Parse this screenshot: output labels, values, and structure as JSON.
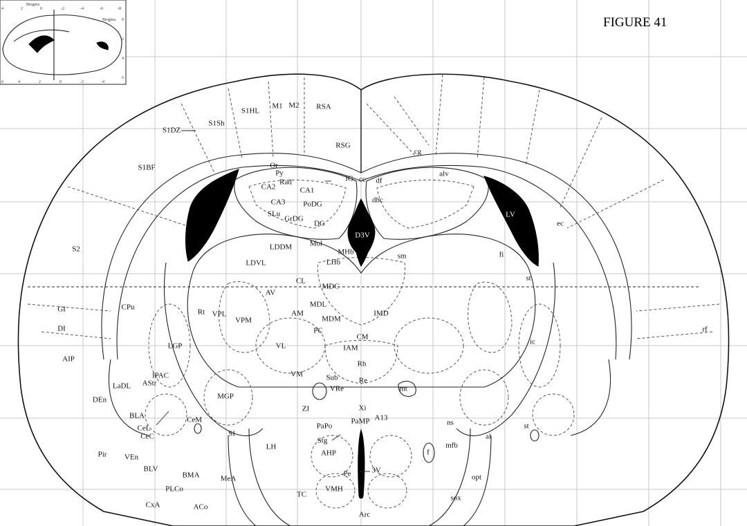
{
  "figure_title": "FIGURE 41",
  "inset": {
    "label": "Bregma",
    "top_ticks": [
      "4",
      "2",
      "0",
      "-2",
      "-4",
      "-6",
      "-8"
    ],
    "bottom_ticks": [
      "6",
      "4",
      "2",
      "0",
      "-2",
      "-4"
    ],
    "right_ticks": [
      "0",
      "2",
      "4",
      "6"
    ]
  },
  "labels": {
    "S1HL": "S1HL",
    "M1": "M1",
    "M2": "M2",
    "RSA": "RSA",
    "S1Sh": "S1Sh",
    "S1DZ": "S1DZ",
    "RSG": "RSG",
    "cg": "cg",
    "S1BF": "S1BF",
    "Or": "Or",
    "Py": "Py",
    "Rad": "Rad",
    "IG": "IG",
    "cc": "cc",
    "df": "df",
    "alv": "alv",
    "CA2": "CA2",
    "CA1": "CA1",
    "dhc": "dhc",
    "CA3": "CA3",
    "PoDG": "PoDG",
    "SLu": "SLu",
    "GrDG": "GrDG",
    "DG": "DG",
    "LV": "LV",
    "ec": "ec",
    "D3V": "D3V",
    "S2": "S2",
    "LDDM": "LDDM",
    "Mol": "Mol",
    "MHb": "MHb",
    "sm": "sm",
    "fi": "fi",
    "LDVL": "LDVL",
    "LHb": "LHb",
    "st_r": "st",
    "CL": "CL",
    "AV": "AV",
    "MDC": "MDC",
    "GI": "GI",
    "CPu": "CPu",
    "MDL": "MDL",
    "Rt": "Rt",
    "VPL": "VPL",
    "AM": "AM",
    "IMD": "IMD",
    "DI": "DI",
    "VPM": "VPM",
    "MDM": "MDM",
    "rf": "rf",
    "PC": "PC",
    "CM": "CM",
    "ic": "ic",
    "LGP": "LGP",
    "VL": "VL",
    "IAM": "IAM",
    "AIP": "AIP",
    "Rh": "Rh",
    "IPAC": "IPAC",
    "VM": "VM",
    "LaDL": "LaDL",
    "AStr": "AStr",
    "Sub": "Sub",
    "Re": "Re",
    "DEn": "DEn",
    "mt": "mt",
    "VRe": "VRe",
    "MGP": "MGP",
    "ZI": "ZI",
    "Xi": "Xi",
    "BLA": "BLA",
    "A13": "A13",
    "CeM": "CeM",
    "PaMP": "PaMP",
    "ns": "ns",
    "st_b": "st",
    "CeL": "CeL",
    "PaPo": "PaPo",
    "CeC": "CeC",
    "SI": "SI",
    "mfb": "mfb",
    "al": "al",
    "Pir": "Pir",
    "Stg": "Stg",
    "LH": "LH",
    "AHP": "AHP",
    "f": "f",
    "VEn": "VEn",
    "3V": "3V",
    "BLV": "BLV",
    "Pe": "Pe",
    "BMA": "BMA",
    "MeA": "MeA",
    "opt": "opt",
    "PLCo": "PLCo",
    "VMH": "VMH",
    "TC": "TC",
    "sox": "sox",
    "CxA": "CxA",
    "ACo": "ACo",
    "Arc": "Arc"
  }
}
